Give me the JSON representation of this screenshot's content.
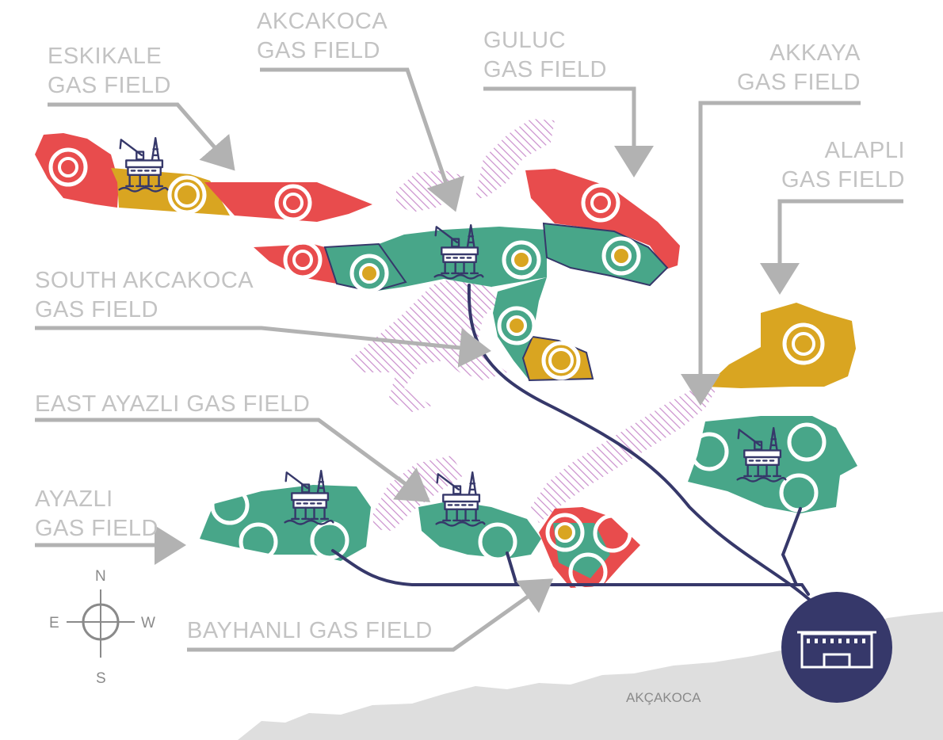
{
  "labels": {
    "eskikale": [
      "ESKIKALE",
      "GAS FIELD"
    ],
    "akcakoca": [
      "AKCAKOCA",
      "GAS FIELD"
    ],
    "guluc": [
      "GULUC",
      "GAS FIELD"
    ],
    "akkaya": [
      "AKKAYA",
      "GAS FIELD"
    ],
    "alapli": [
      "ALAPLI",
      "GAS FIELD"
    ],
    "south_akcakoca": [
      "SOUTH AKCAKOCA",
      "GAS FIELD"
    ],
    "east_ayazli": "EAST AYAZLI GAS FIELD",
    "ayazli": [
      "AYAZLI",
      "GAS FIELD"
    ],
    "bayhanli": "BAYHANLI GAS FIELD"
  },
  "compass": {
    "north": "N",
    "south": "S",
    "east": "E",
    "west": "W"
  },
  "town": "AKÇAKOCA",
  "colors": {
    "red": "#e84c4d",
    "gold": "#d9a521",
    "green": "#48a689",
    "navy": "#36386a",
    "hatch": "#c98ecc",
    "arrow": "#b2b2b2",
    "land": "#dedede"
  },
  "icons": [
    "offshore-platform-icon",
    "onshore-facility-icon",
    "compass-icon",
    "well-marker-icon"
  ]
}
